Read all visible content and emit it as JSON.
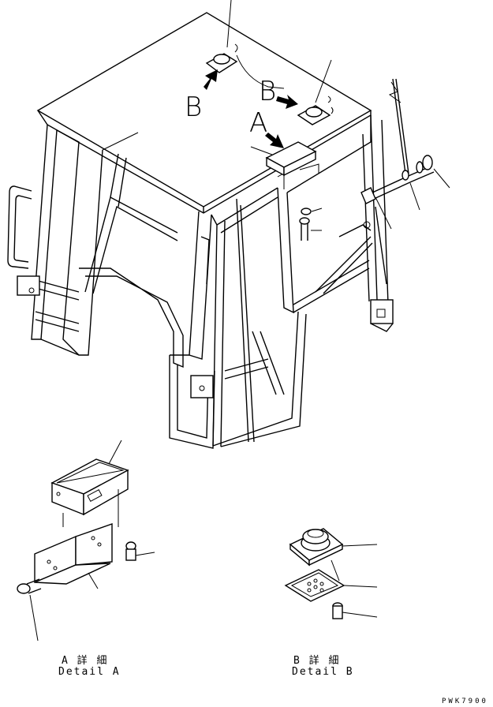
{
  "view_labels": {
    "top_b": "B",
    "right_b": "B",
    "a": "A"
  },
  "details": {
    "a_jp": "A 詳 細",
    "a_en": "Detail A",
    "b_jp": "B 詳 細",
    "b_en": "Detail B"
  },
  "drawing_code": "PWK7900",
  "colors": {
    "line": "#000000",
    "background": "#ffffff"
  }
}
